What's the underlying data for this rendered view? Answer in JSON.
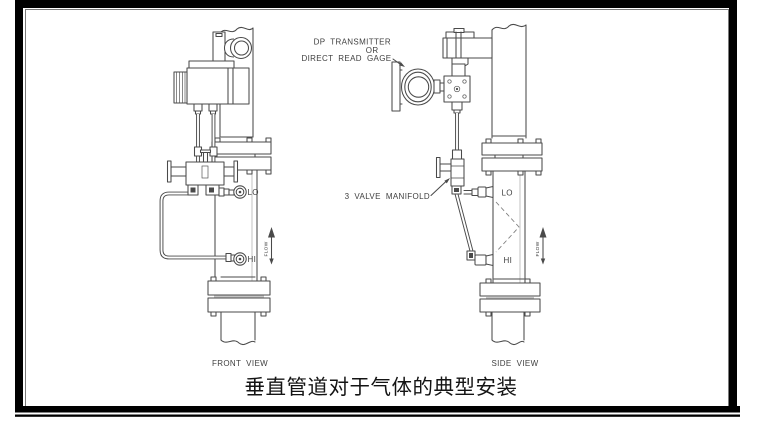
{
  "colors": {
    "background": "#ffffff",
    "frame": "#000000",
    "hairline": "#7a7a7a",
    "line": "#4a4a4a",
    "text": "#3f3f3f",
    "caption_color": "#141414",
    "gasket": "#c4c4c4"
  },
  "annotations": {
    "dp_line1": "DP TRANSMITTER",
    "dp_line2": "OR",
    "dp_line3": "DIRECT READ GAGE",
    "manifold": "3 VALVE MANIFOLD"
  },
  "front_view": {
    "title": "FRONT VIEW",
    "lo_label": "LO",
    "hi_label": "HI",
    "flow_label": "FLOW"
  },
  "side_view": {
    "title": "SIDE VIEW",
    "lo_label": "LO",
    "hi_label": "HI",
    "flow_label": "FLOW"
  },
  "caption": "垂直管道对于气体的典型安装"
}
